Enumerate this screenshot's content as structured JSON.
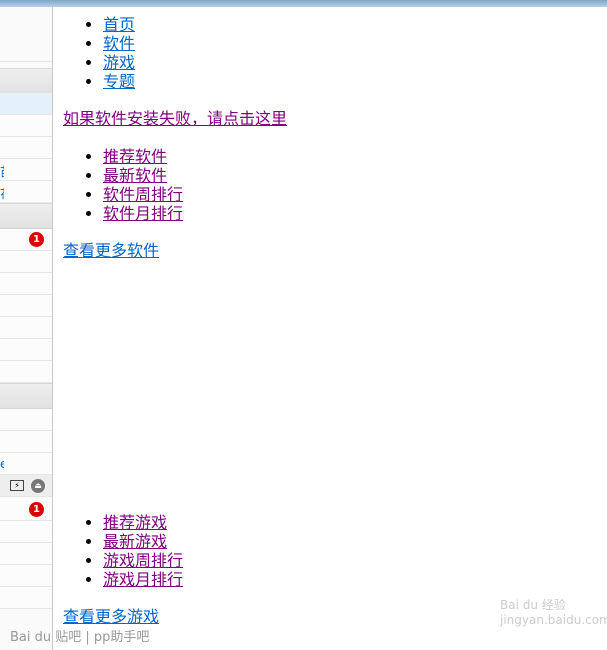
{
  "nav": {
    "items": [
      "首页",
      "软件",
      "游戏",
      "专题"
    ]
  },
  "install_fail_link": "如果软件安装失败，请点击这里",
  "software_list": [
    "推荐软件",
    "最新软件",
    "软件周排行",
    "软件月排行"
  ],
  "more_software": "查看更多软件",
  "games_list": [
    "推荐游戏",
    "最新游戏",
    "游戏周排行",
    "游戏月排行"
  ],
  "more_games": "查看更多游戏",
  "sidebar": {
    "badges": [
      "1",
      "1"
    ]
  },
  "watermark": {
    "left": "Bai du 贴吧 | pp助手吧",
    "right": "Bai du 经验 jingyan.baidu.com"
  },
  "colors": {
    "link": "#0066cc",
    "visited": "#800080"
  }
}
